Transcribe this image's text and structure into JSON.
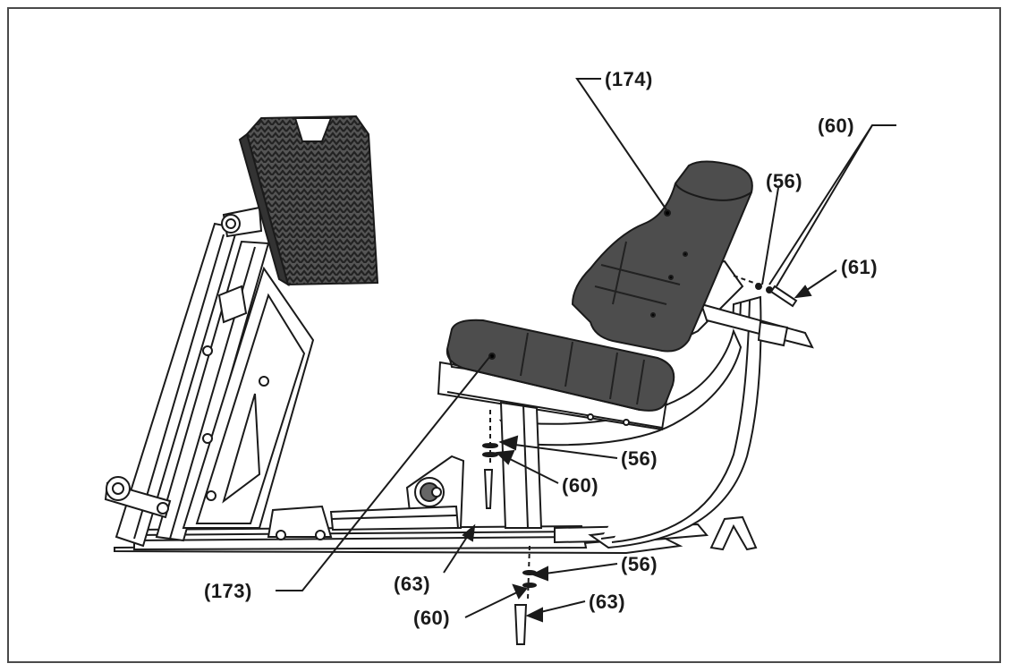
{
  "callouts": {
    "c174": "(174)",
    "c60_top": "(60)",
    "c56_top": "(56)",
    "c61": "(61)",
    "c56_mid": "(56)",
    "c60_mid": "(60)",
    "c173": "(173)",
    "c63_mid": "(63)",
    "c56_bot": "(56)",
    "c60_bot": "(60)",
    "c63_bot": "(63)"
  },
  "colors": {
    "line": "#1a1a1a",
    "pad": "#4d4d4d",
    "pad_dark": "#333333",
    "frame": "#4a4a4a"
  }
}
